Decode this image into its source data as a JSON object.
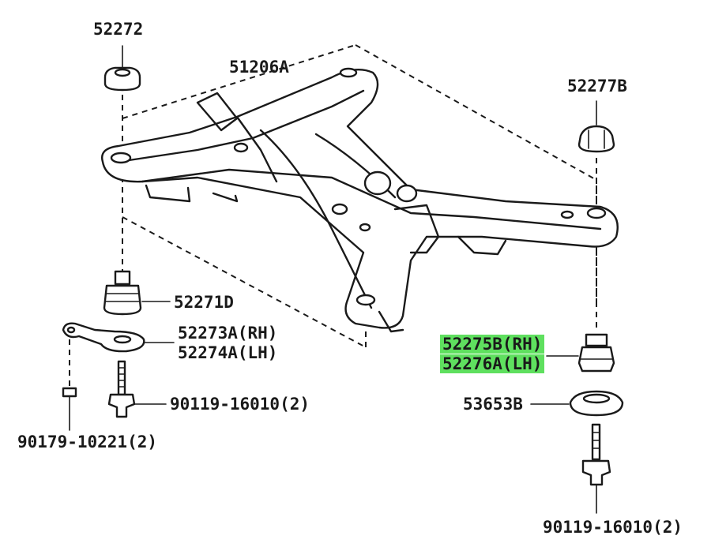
{
  "diagram": {
    "highlight_color": "#5fe05f",
    "parts": [
      {
        "id": "mount_top_left",
        "label": "52272"
      },
      {
        "id": "crossmember",
        "label": "51206A"
      },
      {
        "id": "mount_top_right",
        "label": "52277B"
      },
      {
        "id": "mount_lower_left",
        "label": "52271D"
      },
      {
        "id": "stopper_rh",
        "label": "52273A(RH)"
      },
      {
        "id": "stopper_lh",
        "label": "52274A(LH)"
      },
      {
        "id": "bolt_left",
        "label": "90119-16010(2)"
      },
      {
        "id": "nut_small",
        "label": "90179-10221(2)"
      },
      {
        "id": "mount_lower_right_rh",
        "label": "52275B(RH)",
        "highlighted": true
      },
      {
        "id": "mount_lower_right_lh",
        "label": "52276A(LH)",
        "highlighted": true
      },
      {
        "id": "washer_right",
        "label": "53653B"
      },
      {
        "id": "bolt_right",
        "label": "90119-16010(2)"
      }
    ]
  }
}
